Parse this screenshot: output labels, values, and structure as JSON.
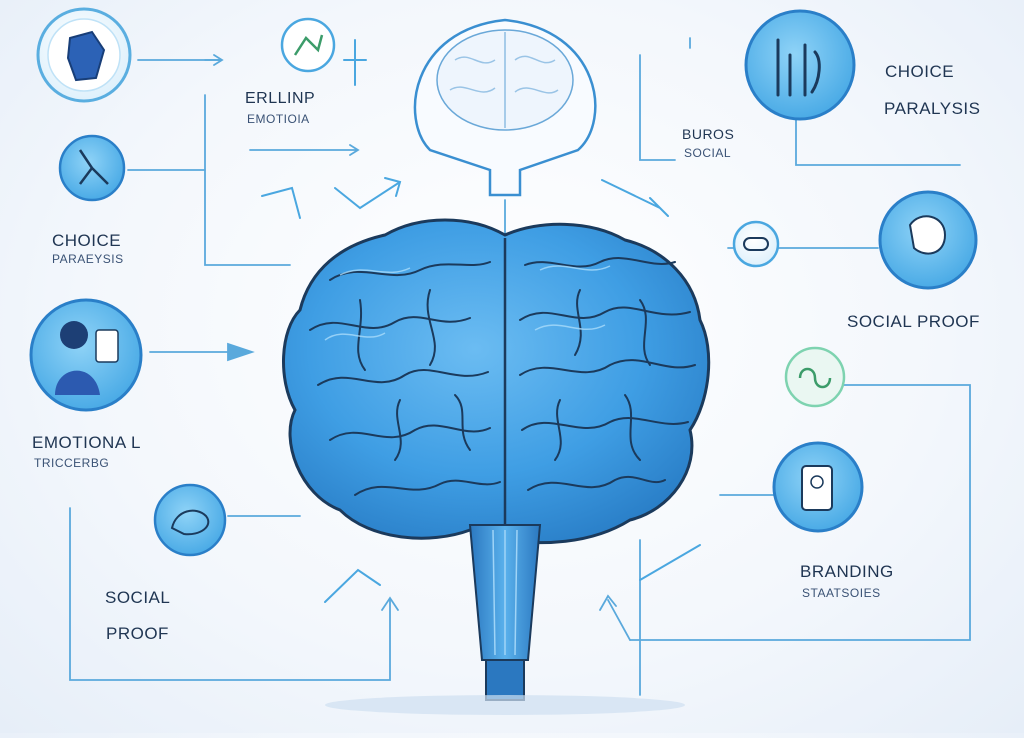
{
  "labels": {
    "eriling": "ERLLINP",
    "emotioa": "EMOTIOIA",
    "choice_left": "CHOICE",
    "parareysis": "PARAEYSIS",
    "emotional": "EMOTIONA L",
    "triggers": "TRICCERBG",
    "social_left": "SOCIAL",
    "proof_left": "PROOF",
    "choice_right": "CHOICE",
    "paralysis": "PARALYSIS",
    "buros": "BUROS",
    "social_small": "SOCIAL",
    "social_proof": "SOCIAL PROOF",
    "branding": "BRANDING",
    "strategies": "STAATSOIES"
  },
  "icons": [
    "hand-icon",
    "wave-icon",
    "person-drinking-icon",
    "hands-icon",
    "chart-icon",
    "figures-icon",
    "pill-icon",
    "heart-hand-icon",
    "chain-icon",
    "product-icon"
  ],
  "colors": {
    "brain_fill": "#3f9ee4",
    "outline": "#1b3a5c",
    "accent": "#4aa7e0",
    "circle_fill": "#6fc1f0",
    "green_accent": "#7ed3b0"
  }
}
